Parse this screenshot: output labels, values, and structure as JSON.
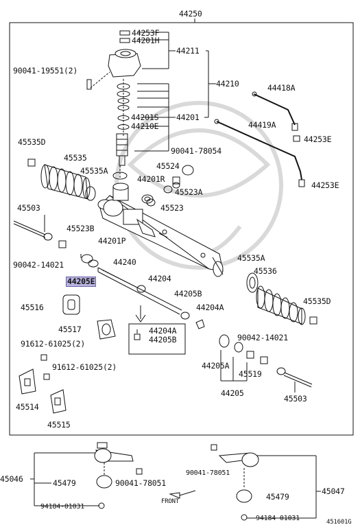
{
  "diagram": {
    "main_assembly": "44250",
    "code": "451601G",
    "front_label": "FRONT",
    "parts": [
      {
        "id": "p44250",
        "label": "44250"
      },
      {
        "id": "p44253F",
        "label": "44253F"
      },
      {
        "id": "p44201H",
        "label": "44201H"
      },
      {
        "id": "p44211",
        "label": "44211"
      },
      {
        "id": "p90041_19551",
        "label": "90041-19551(2)"
      },
      {
        "id": "p44210",
        "label": "44210"
      },
      {
        "id": "p44418A",
        "label": "44418A"
      },
      {
        "id": "p44201S",
        "label": "44201S"
      },
      {
        "id": "p44201",
        "label": "44201"
      },
      {
        "id": "p44210E",
        "label": "44210E"
      },
      {
        "id": "p44419A",
        "label": "44419A"
      },
      {
        "id": "p45535D_top",
        "label": "45535D"
      },
      {
        "id": "p44253E_1",
        "label": "44253E"
      },
      {
        "id": "p90041_78054",
        "label": "90041-78054"
      },
      {
        "id": "p45535",
        "label": "45535"
      },
      {
        "id": "p45524",
        "label": "45524"
      },
      {
        "id": "p45535A_left",
        "label": "45535A"
      },
      {
        "id": "p44201R",
        "label": "44201R"
      },
      {
        "id": "p44253E_2",
        "label": "44253E"
      },
      {
        "id": "p45523A",
        "label": "45523A"
      },
      {
        "id": "p45503_top",
        "label": "45503"
      },
      {
        "id": "p45523",
        "label": "45523"
      },
      {
        "id": "p45523B",
        "label": "45523B"
      },
      {
        "id": "p44201P",
        "label": "44201P"
      },
      {
        "id": "p90042_14021_left",
        "label": "90042-14021"
      },
      {
        "id": "p44240",
        "label": "44240"
      },
      {
        "id": "p45535A_right",
        "label": "45535A"
      },
      {
        "id": "p44205E",
        "label": "44205E"
      },
      {
        "id": "p44204",
        "label": "44204"
      },
      {
        "id": "p45536",
        "label": "45536"
      },
      {
        "id": "p44205B",
        "label": "44205B"
      },
      {
        "id": "p45516",
        "label": "45516"
      },
      {
        "id": "p44204A_right",
        "label": "44204A"
      },
      {
        "id": "p45535D_right",
        "label": "45535D"
      },
      {
        "id": "p44204A_box",
        "label": "44204A"
      },
      {
        "id": "p45517",
        "label": "45517"
      },
      {
        "id": "p44205B_box",
        "label": "44205B"
      },
      {
        "id": "p90042_14021_right",
        "label": "90042-14021"
      },
      {
        "id": "p91612_a",
        "label": "91612-61025(2)"
      },
      {
        "id": "p44205A",
        "label": "44205A"
      },
      {
        "id": "p91612_b",
        "label": "91612-61025(2)"
      },
      {
        "id": "p45519",
        "label": "45519"
      },
      {
        "id": "p44205",
        "label": "44205"
      },
      {
        "id": "p45503_bottom",
        "label": "45503"
      },
      {
        "id": "p45514",
        "label": "45514"
      },
      {
        "id": "p45515",
        "label": "45515"
      },
      {
        "id": "p45046",
        "label": "45046"
      },
      {
        "id": "p90041_78051_right",
        "label": "90041-78051"
      },
      {
        "id": "p45479_left",
        "label": "45479"
      },
      {
        "id": "p90041_78051_left",
        "label": "90041-78051"
      },
      {
        "id": "p45047",
        "label": "45047"
      },
      {
        "id": "p45479_right",
        "label": "45479"
      },
      {
        "id": "p94184_left",
        "label": "94184-01031"
      },
      {
        "id": "p94184_right",
        "label": "94184-01031"
      }
    ]
  }
}
